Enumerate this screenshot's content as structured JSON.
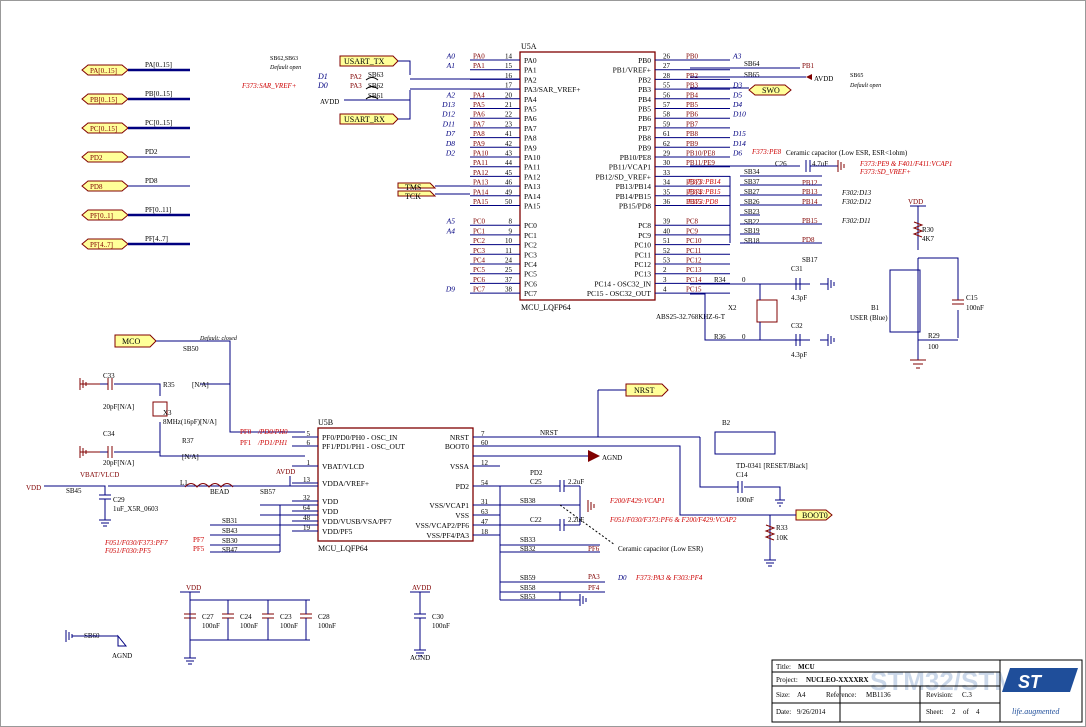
{
  "colors": {
    "wire": "#000080",
    "bus": "#000080",
    "part": "#800000",
    "label": "#000000",
    "red": "#cc0000",
    "pin": "#800000",
    "block": "#ffff99"
  },
  "u5a": {
    "ref": "U5A",
    "name": "MCU_LQFP64",
    "left_pins": [
      {
        "num": "14",
        "pin": "PA0",
        "net": "PA0",
        "note": "A0"
      },
      {
        "num": "15",
        "pin": "PA1",
        "net": "PA1",
        "note": "A1"
      },
      {
        "num": "16",
        "pin": "PA2",
        "net": "",
        "note": ""
      },
      {
        "num": "17",
        "pin": "PA3/SAR_VREF+",
        "net": "",
        "note": ""
      },
      {
        "num": "20",
        "pin": "PA4",
        "net": "PA4",
        "note": "A2"
      },
      {
        "num": "21",
        "pin": "PA5",
        "net": "PA5",
        "note": "D13"
      },
      {
        "num": "22",
        "pin": "PA6",
        "net": "PA6",
        "note": "D12"
      },
      {
        "num": "23",
        "pin": "PA7",
        "net": "PA7",
        "note": "D11"
      },
      {
        "num": "41",
        "pin": "PA8",
        "net": "PA8",
        "note": "D7"
      },
      {
        "num": "42",
        "pin": "PA9",
        "net": "PA9",
        "note": "D8"
      },
      {
        "num": "43",
        "pin": "PA10",
        "net": "PA10",
        "note": "D2"
      },
      {
        "num": "44",
        "pin": "PA11",
        "net": "PA11",
        "note": ""
      },
      {
        "num": "45",
        "pin": "PA12",
        "net": "PA12",
        "note": ""
      },
      {
        "num": "46",
        "pin": "PA13",
        "net": "PA13",
        "note": ""
      },
      {
        "num": "49",
        "pin": "PA14",
        "net": "PA14",
        "note": ""
      },
      {
        "num": "50",
        "pin": "PA15",
        "net": "PA15",
        "note": ""
      },
      {
        "num": "8",
        "pin": "PC0",
        "net": "PC0",
        "note": "A5"
      },
      {
        "num": "9",
        "pin": "PC1",
        "net": "PC1",
        "note": "A4"
      },
      {
        "num": "10",
        "pin": "PC2",
        "net": "PC2",
        "note": ""
      },
      {
        "num": "11",
        "pin": "PC3",
        "net": "PC3",
        "note": ""
      },
      {
        "num": "24",
        "pin": "PC4",
        "net": "PC4",
        "note": ""
      },
      {
        "num": "25",
        "pin": "PC5",
        "net": "PC5",
        "note": ""
      },
      {
        "num": "37",
        "pin": "PC6",
        "net": "PC6",
        "note": ""
      },
      {
        "num": "38",
        "pin": "PC7",
        "net": "PC7",
        "note": "D9"
      }
    ],
    "right_pins": [
      {
        "num": "26",
        "pin": "PB0",
        "net": "PB0",
        "note": "A3"
      },
      {
        "num": "27",
        "pin": "PB1/VREF+",
        "net": "",
        "note": ""
      },
      {
        "num": "28",
        "pin": "PB2",
        "net": "PB2",
        "note": ""
      },
      {
        "num": "55",
        "pin": "PB3",
        "net": "PB3",
        "note": "D3"
      },
      {
        "num": "56",
        "pin": "PB4",
        "net": "PB4",
        "note": "D5"
      },
      {
        "num": "57",
        "pin": "PB5",
        "net": "PB5",
        "note": "D4"
      },
      {
        "num": "58",
        "pin": "PB6",
        "net": "PB6",
        "note": "D10"
      },
      {
        "num": "59",
        "pin": "PB7",
        "net": "PB7",
        "note": ""
      },
      {
        "num": "61",
        "pin": "PB8",
        "net": "PB8",
        "note": "D15"
      },
      {
        "num": "62",
        "pin": "PB9",
        "net": "PB9",
        "note": "D14"
      },
      {
        "num": "29",
        "pin": "PB10/PE8",
        "net": "PB10/PE8",
        "note": "D6"
      },
      {
        "num": "30",
        "pin": "PB11/VCAP1",
        "net": "PB11/PE9",
        "note": ""
      },
      {
        "num": "33",
        "pin": "PB12/SD_VREF+",
        "net": "",
        "note": ""
      },
      {
        "num": "34",
        "pin": "PB13/PB14",
        "net": "PB13",
        "note": ""
      },
      {
        "num": "35",
        "pin": "PB14/PB15",
        "net": "PB14",
        "note": ""
      },
      {
        "num": "36",
        "pin": "PB15/PD8",
        "net": "PB15",
        "note": ""
      },
      {
        "num": "39",
        "pin": "PC8",
        "net": "PC8",
        "note": ""
      },
      {
        "num": "40",
        "pin": "PC9",
        "net": "PC9",
        "note": ""
      },
      {
        "num": "51",
        "pin": "PC10",
        "net": "PC10",
        "note": ""
      },
      {
        "num": "52",
        "pin": "PC11",
        "net": "PC11",
        "note": ""
      },
      {
        "num": "53",
        "pin": "PC12",
        "net": "PC12",
        "note": ""
      },
      {
        "num": "2",
        "pin": "PC13",
        "net": "PC13",
        "note": ""
      },
      {
        "num": "3",
        "pin": "PC14 - OSC32_IN",
        "net": "PC14",
        "note": ""
      },
      {
        "num": "4",
        "pin": "PC15 - OSC32_OUT",
        "net": "PC15",
        "note": ""
      }
    ]
  },
  "u5b": {
    "ref": "U5B",
    "name": "MCU_LQFP64",
    "left_pins": [
      {
        "num": "5",
        "pin": "PF0/PD0/PH0 - OSC_IN"
      },
      {
        "num": "6",
        "pin": "PF1/PD1/PH1 - OSC_OUT"
      },
      {
        "num": "1",
        "pin": "VBAT/VLCD"
      },
      {
        "num": "13",
        "pin": "VDDA/VREF+"
      },
      {
        "num": "32",
        "pin": "VDD"
      },
      {
        "num": "64",
        "pin": "VDD"
      },
      {
        "num": "48",
        "pin": "VDD/VUSB/VSA/PF7"
      },
      {
        "num": "19",
        "pin": "VDD/PF5"
      }
    ],
    "right_pins": [
      {
        "num": "7",
        "pin": "NRST"
      },
      {
        "num": "60",
        "pin": "BOOT0"
      },
      {
        "num": "12",
        "pin": "VSSA"
      },
      {
        "num": "54",
        "pin": "PD2"
      },
      {
        "num": "31",
        "pin": "VSS/VCAP1"
      },
      {
        "num": "63",
        "pin": "VSS"
      },
      {
        "num": "47",
        "pin": "VSS/VCAP2/PF6"
      },
      {
        "num": "18",
        "pin": "VSS/PF4/PA3"
      }
    ]
  },
  "buses": [
    {
      "label": "PA[0..15]",
      "net": "PA[0..15]"
    },
    {
      "label": "PB[0..15]",
      "net": "PB[0..15]"
    },
    {
      "label": "PC[0..15]",
      "net": "PC[0..15]"
    },
    {
      "label": "PD2",
      "net": "PD2"
    },
    {
      "label": "PD8",
      "net": "PD8"
    },
    {
      "label": "PF[0..1]",
      "net": "PF[0..11]"
    },
    {
      "label": "PF[4..7]",
      "net": "PF[4..7]"
    }
  ],
  "ports": {
    "usart_tx": "USART_TX",
    "usart_rx": "USART_RX",
    "avdd": "AVDD",
    "swo": "SWO",
    "tms": "TMS",
    "tck": "TCK",
    "mco": "MCO",
    "nrst": "NRST",
    "agnd": "AGND",
    "boot0": "BOOT0",
    "vdd": "VDD"
  },
  "top_notes": {
    "sb62_63": "SB62,SB63",
    "default_open": "Default open",
    "sb63": "SB63",
    "sb62": "SB62",
    "sb61": "SB61",
    "pa2": "PA2",
    "pa3": "PA3",
    "d1": "D1",
    "d0": "D0",
    "f373_sar": "F373:SAR_VREF+",
    "sb64": "SB64",
    "sb65": "SB65",
    "pb1": "PB1",
    "sb65_note": "SB65",
    "default_open2": "Default open",
    "c26": "C26",
    "c26_val": "4.7uF",
    "ceramic": "Ceramic capacitor (Low ESR, ESR<1ohm)",
    "f373_pe8": "F373:PE8",
    "f373_pe9": "F373:PE9 & F401/F411:VCAP1",
    "f373_sd": "F373:SD_VREF+",
    "sb34": "SB34",
    "sb37": "SB37",
    "sb27": "SB27",
    "sb26": "SB26",
    "sb23": "SB23",
    "sb22": "SB22",
    "sb19": "SB19",
    "sb18": "SB18",
    "sb17": "SB17",
    "f373_pb14": "F373:PB14",
    "f373_pb15": "F373:PB15",
    "f373_pd8": "F373:PD8",
    "pb12": "PB12",
    "pb13": "PB13",
    "pb14": "PB14",
    "pb15": "PB15",
    "pd8": "PD8",
    "f302_d13": "F302:D13",
    "f302_d12": "F302:D12",
    "f302_d11": "F302:D11"
  },
  "osc32": {
    "r34": "R34",
    "r34_val": "0",
    "r36": "R36",
    "r36_val": "0",
    "c31": "C31",
    "c31_val": "4.3pF",
    "c32": "C32",
    "c32_val": "4.3pF",
    "x2": "X2",
    "x2_val": "ABS25-32.768KHZ-6-T"
  },
  "user_btn": {
    "vdd": "VDD",
    "r30": "R30",
    "r30_val": "4K7",
    "b1": "B1",
    "b1_val": "USER (Blue)",
    "c15": "C15",
    "c15_val": "100nF",
    "r29": "R29",
    "r29_val": "100"
  },
  "osc_hse": {
    "mco_note": "Default: closed",
    "sb50": "SB50",
    "c33": "C33",
    "c33_val": "20pF[N/A]",
    "r35": "R35",
    "r35_val": "[N/A]",
    "x3": "X3",
    "x3_val": "8MHz(16pF)[N/A]",
    "c34": "C34",
    "c34_val": "20pF[N/A]",
    "r37": "R37",
    "r37_val": "[N/A]",
    "pf0": "PF0",
    "pf0_alt": "/PD0/PH0",
    "pf1": "PF1",
    "pf1_alt": "/PD1/PH1"
  },
  "power": {
    "vbat_vlcd": "VBAT/VLCD",
    "sb45": "SB45",
    "c29": "C29",
    "c29_val": "1uF_X5R_0603",
    "bead": "BEAD",
    "l1": "L1",
    "sb57": "SB57",
    "avdd": "AVDD",
    "sb31": "SB31",
    "sb43": "SB43",
    "sb30": "SB30",
    "sb47": "SB47",
    "pf7": "PF7",
    "pf5": "PF5",
    "f051_pf7": "F051/F030/F373:PF7",
    "f051_pf5": "F051/F030:PF5",
    "pd2": "PD2",
    "c25": "C25",
    "c25_val": "2.2uF",
    "sb38": "SB38",
    "c22": "C22",
    "c22_val": "2.2uF",
    "sb33": "SB33",
    "sb32": "SB32",
    "pf6": "PF6",
    "f200_vcap1": "F200/F429:VCAP1",
    "f051_vcap2": "F051/F030/F373:PF6 & F200/F429:VCAP2",
    "ceramic_low": "Ceramic capacitor (Low ESR)",
    "b2": "B2",
    "b2_val": "TD-0341 [RESET/Black]",
    "c14": "C14",
    "c14_val": "100nF",
    "r33": "R33",
    "r33_val": "10K",
    "sb59": "SB59",
    "sb58": "SB58",
    "sb53": "SB53",
    "pa3": "PA3",
    "pf4": "PF4",
    "d0": "D0",
    "f373_pa3": "F373:PA3 & F303:PF4",
    "c27": "C27",
    "c24": "C24",
    "c23": "C23",
    "c28": "C28",
    "c30": "C30",
    "cap_100n": "100nF",
    "sb60": "SB60"
  },
  "title_block": {
    "title_k": "Title:",
    "title_v": "MCU",
    "project_k": "Project:",
    "project_v": "NUCLEO-XXXXRX",
    "size_k": "Size:",
    "size_v": "A4",
    "ref_k": "Reference:",
    "ref_v": "MB1136",
    "rev_k": "Revision:",
    "rev_v": "C.3",
    "date_k": "Date:",
    "date_v": "9/26/2014",
    "sheet_k": "Sheet:",
    "sheet_v": "2",
    "of": "of",
    "sheets": "4",
    "brand": "life.augmented"
  },
  "watermark": "STM32/STM8"
}
